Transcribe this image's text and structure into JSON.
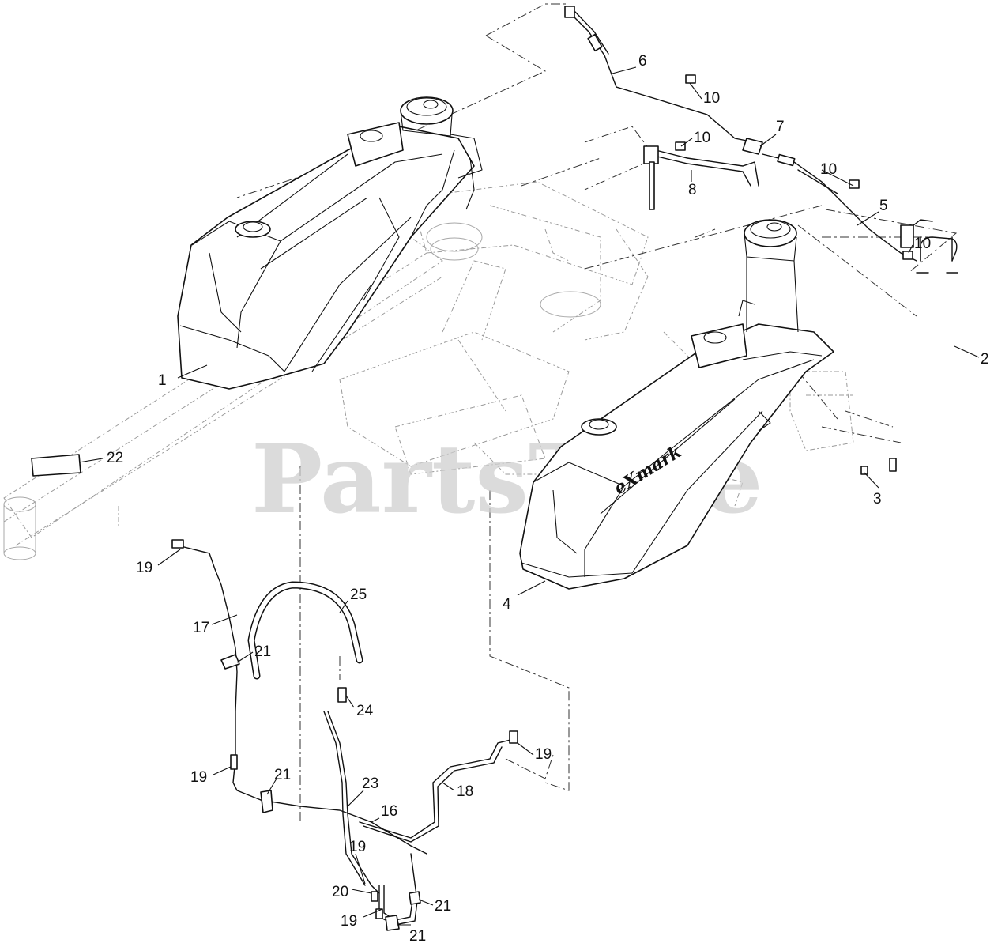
{
  "watermark": {
    "text": "PartsTree",
    "trademark": "™"
  },
  "brand_decal": {
    "text": "eXmark"
  },
  "callouts": [
    {
      "id": "c1",
      "label": "1"
    },
    {
      "id": "c2",
      "label": "2"
    },
    {
      "id": "c3",
      "label": "3"
    },
    {
      "id": "c4",
      "label": "4"
    },
    {
      "id": "c5",
      "label": "5"
    },
    {
      "id": "c6",
      "label": "6"
    },
    {
      "id": "c7",
      "label": "7"
    },
    {
      "id": "c8",
      "label": "8"
    },
    {
      "id": "c10a",
      "label": "10"
    },
    {
      "id": "c10b",
      "label": "10"
    },
    {
      "id": "c10c",
      "label": "10"
    },
    {
      "id": "c10d",
      "label": "10"
    },
    {
      "id": "c16",
      "label": "16"
    },
    {
      "id": "c17",
      "label": "17"
    },
    {
      "id": "c18",
      "label": "18"
    },
    {
      "id": "c19a",
      "label": "19"
    },
    {
      "id": "c19b",
      "label": "19"
    },
    {
      "id": "c19c",
      "label": "19"
    },
    {
      "id": "c19d",
      "label": "19"
    },
    {
      "id": "c19e",
      "label": "19"
    },
    {
      "id": "c20",
      "label": "20"
    },
    {
      "id": "c21a",
      "label": "21"
    },
    {
      "id": "c21b",
      "label": "21"
    },
    {
      "id": "c21c",
      "label": "21"
    },
    {
      "id": "c21d",
      "label": "21"
    },
    {
      "id": "c22",
      "label": "22"
    },
    {
      "id": "c23",
      "label": "23"
    },
    {
      "id": "c24",
      "label": "24"
    },
    {
      "id": "c25",
      "label": "25"
    }
  ]
}
